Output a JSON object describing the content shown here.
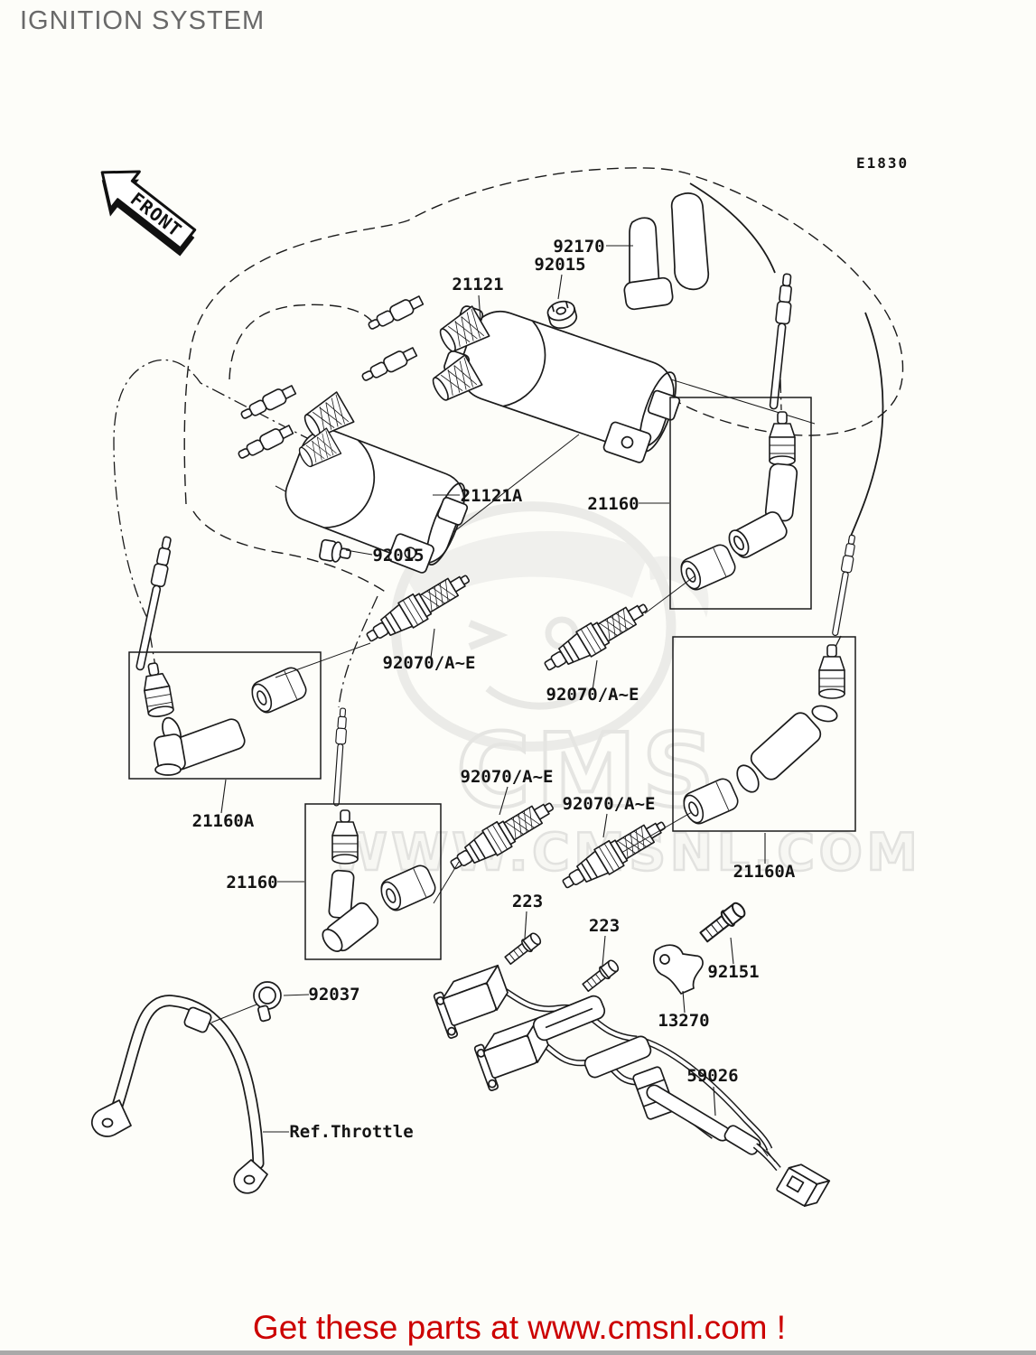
{
  "page": {
    "title": "IGNITION SYSTEM",
    "diagram_code": "E1830",
    "front_marker": "FRONT",
    "footer": {
      "text": "Get these parts at www.cmsnl.com !",
      "color": "#cc0000"
    }
  },
  "watermark": {
    "logo_text": "CMS",
    "url_text": "WWW.CMSNL.COM"
  },
  "colors": {
    "footer_red": "#cc0000",
    "line": "#1b1b1b",
    "title_gray": "#696969",
    "watermark_gray": "#d2d2d0"
  },
  "labels": [
    {
      "part": "92170",
      "text": "92170"
    },
    {
      "part": "92015",
      "text": "92015"
    },
    {
      "part": "21121",
      "text": "21121"
    },
    {
      "part": "21121A",
      "text": "21121A"
    },
    {
      "part": "92015",
      "text": "92015"
    },
    {
      "part": "21160",
      "text": "21160"
    },
    {
      "part": "92070/A~E",
      "text": "92070/A~E"
    },
    {
      "part": "92070/A~E",
      "text": "92070/A~E"
    },
    {
      "part": "92070/A~E",
      "text": "92070/A~E"
    },
    {
      "part": "92070/A~E",
      "text": "92070/A~E"
    },
    {
      "part": "21160A",
      "text": "21160A"
    },
    {
      "part": "21160",
      "text": "21160"
    },
    {
      "part": "21160A",
      "text": "21160A"
    },
    {
      "part": "223",
      "text": "223"
    },
    {
      "part": "223",
      "text": "223"
    },
    {
      "part": "92151",
      "text": "92151"
    },
    {
      "part": "13270",
      "text": "13270"
    },
    {
      "part": "92037",
      "text": "92037"
    },
    {
      "part": "Ref.Throttle",
      "text": "Ref.Throttle"
    },
    {
      "part": "59026",
      "text": "59026"
    }
  ]
}
